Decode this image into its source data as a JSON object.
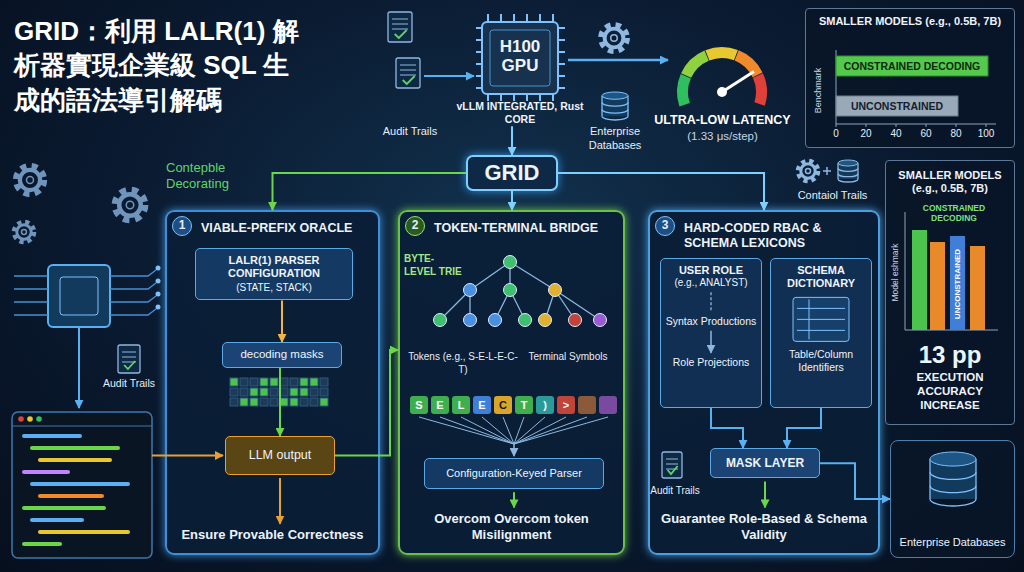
{
  "diagram": {
    "title": "GRID：利用 LALR(1) 解析器實現企業級 SQL 生成的語法導引解碼",
    "nodes": [
      {
        "text": [
          "H100 GPU",
          "vLLM INTEGRATED, Rust CORE"
        ]
      },
      {
        "text": [
          "SMALLER MODELS (e.g., 0.5B, 7B)"
        ]
      },
      {
        "text": [
          "GRID"
        ]
      },
      {
        "text": [
          "VIABLE-PREFIX ORACLE",
          "Ensure Provable Correctness"
        ]
      },
      {
        "text": [
          "LALR(1) PARSER CONFIGURATION",
          "(STATE, STACK)"
        ],
        "in": 3
      },
      {
        "text": [
          "decoding masks"
        ],
        "in": 3
      },
      {
        "text": [
          "LLM output"
        ],
        "in": 3
      },
      {
        "text": [
          "TOKEN-TERMINAL BRIDGE",
          "Overcom Overcom token Misilignment"
        ]
      },
      {
        "text": [
          "Configuration-Keyed Parser"
        ],
        "in": 7
      },
      {
        "text": [
          "HARD-CODED RBAC & SCHEMA LEXICONS",
          "Guarantee Role-Based & Schema Validity"
        ]
      },
      {
        "text": [
          "USER ROLE",
          "(e.g., ANALYST)",
          "Syntax Productions",
          "Role Projections"
        ],
        "in": 9
      },
      {
        "text": [
          "SCHEMA DICTIONARY",
          "Table/Column Identifiers"
        ],
        "in": 9
      },
      {
        "text": [
          "MASK LAYER"
        ],
        "in": 9
      },
      {
        "text": [
          "SMALLER MODELS (e.g., 0.5B, 7B)",
          "13 pp",
          "EXECUTION ACCURACY INCREASE"
        ]
      },
      {
        "text": [
          "Enterprise Databases"
        ]
      }
    ],
    "edges": [
      {
        "from": 0,
        "to": 2,
        "arrow": "to"
      },
      {
        "from": 2,
        "to": 3,
        "arrow": "to"
      },
      {
        "from": 2,
        "to": 7,
        "arrow": "to"
      },
      {
        "from": 2,
        "to": 9,
        "arrow": "to"
      },
      {
        "from": 4,
        "to": 5,
        "arrow": "to"
      },
      {
        "from": 5,
        "to": 6,
        "arrow": "to"
      },
      {
        "from": 6,
        "to": 7,
        "arrow": "to"
      },
      {
        "from": 10,
        "to": 12,
        "arrow": "to"
      },
      {
        "from": 11,
        "to": 12,
        "arrow": "to"
      },
      {
        "from": 12,
        "to": 14,
        "arrow": "to"
      }
    ],
    "labels": [
      "Audit Trails",
      "Enterprise Databases",
      "ULTRA-LOW LATENCY",
      "(1.33 μs/step)",
      "Benchmark",
      "CONSTRAINED DECODING",
      "UNCONSTRAINED",
      "0",
      "20",
      "40",
      "60",
      "80",
      "100",
      "Contepble Decorating",
      "Audit Trails",
      "1",
      "2",
      "3",
      "BYTE-LEVEL TRIE",
      "Tokens (e.g., S-E-L-E-C-T)",
      "Terminal Symbols",
      "S",
      "E",
      "L",
      "E",
      "C",
      "T",
      ")",
      ">",
      "Audit Trails",
      "Contaiol Trails",
      "Model eshmark",
      "CONSTRAINED DECODING",
      "UNCONSTRAINED"
    ]
  }
}
